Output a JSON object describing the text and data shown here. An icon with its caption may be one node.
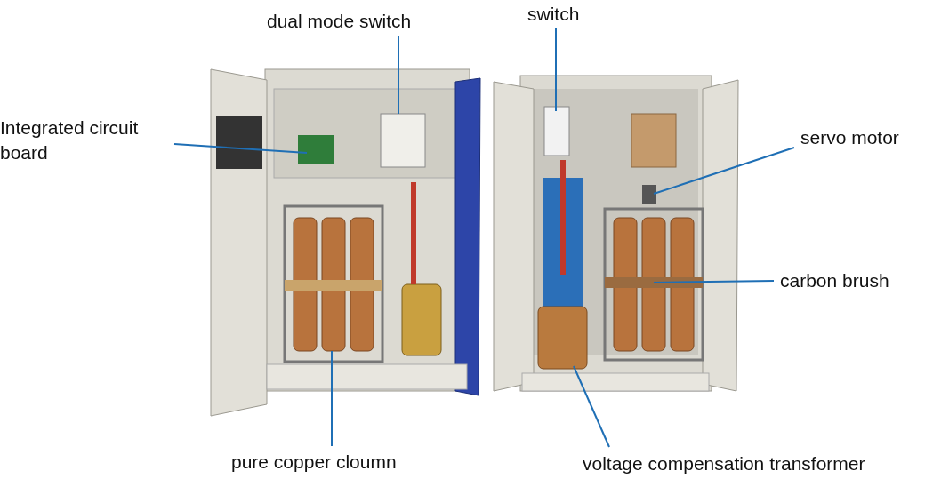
{
  "diagram": {
    "nodes": [
      {
        "text": [
          "dual mode switch"
        ]
      },
      {
        "text": [
          "switch"
        ]
      },
      {
        "text": [
          "Integrated circuit board"
        ]
      },
      {
        "text": [
          "servo motor"
        ]
      },
      {
        "text": [
          "carbon brush"
        ]
      },
      {
        "text": [
          "pure copper cloumn"
        ]
      },
      {
        "text": [
          "voltage compensation transformer"
        ]
      }
    ],
    "edges": [
      {
        "from": 0,
        "to": null,
        "arrow": "none"
      },
      {
        "from": 1,
        "to": null,
        "arrow": "none"
      },
      {
        "from": 2,
        "to": null,
        "arrow": "none"
      },
      {
        "from": 3,
        "to": null,
        "arrow": "none"
      },
      {
        "from": 4,
        "to": null,
        "arrow": "none"
      },
      {
        "from": 5,
        "to": null,
        "arrow": "none"
      },
      {
        "from": 6,
        "to": null,
        "arrow": "none"
      }
    ]
  }
}
